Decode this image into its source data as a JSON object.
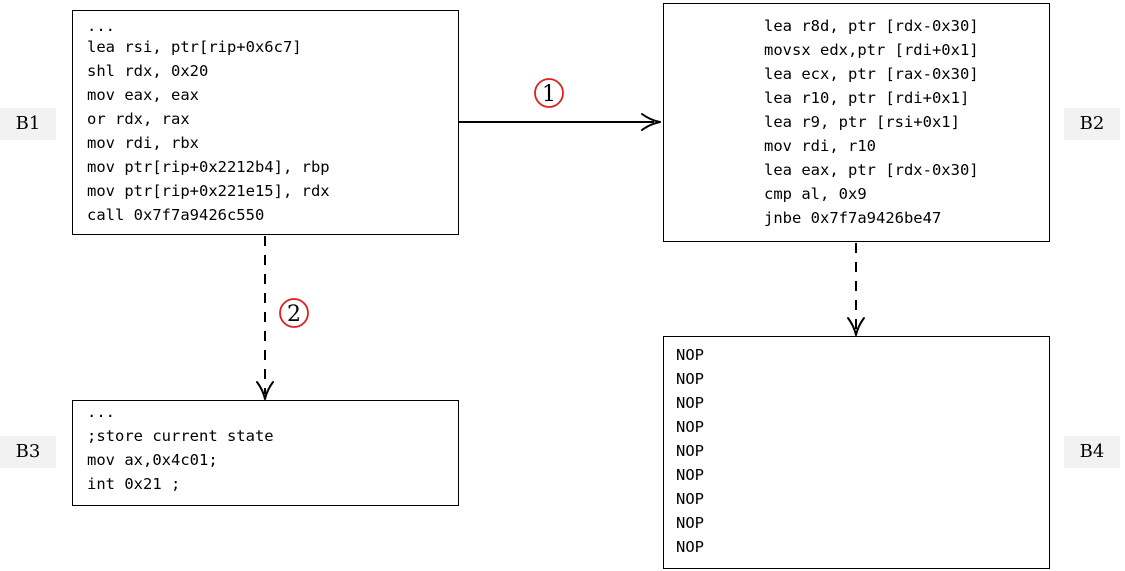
{
  "blocks": {
    "b1": {
      "label": "B1",
      "lines": [
        "...",
        "lea rsi, ptr[rip+0x6c7]",
        "shl rdx, 0x20",
        "mov eax, eax",
        "or rdx, rax",
        "mov rdi, rbx",
        "mov ptr[rip+0x2212b4], rbp",
        "mov ptr[rip+0x221e15], rdx",
        "call 0x7f7a9426c550"
      ]
    },
    "b2": {
      "label": "B2",
      "lines": [
        "lea r8d, ptr [rdx-0x30]",
        "movsx edx,ptr [rdi+0x1]",
        "lea ecx, ptr [rax-0x30]",
        "lea r10, ptr [rdi+0x1]",
        "lea r9, ptr [rsi+0x1]",
        "mov rdi, r10",
        "lea eax, ptr [rdx-0x30]",
        "cmp al, 0x9",
        "jnbe 0x7f7a9426be47"
      ]
    },
    "b3": {
      "label": "B3",
      "lines": [
        "...",
        ";store current state",
        "mov ax,0x4c01;",
        "int 0x21 ;"
      ]
    },
    "b4": {
      "label": "B4",
      "lines": [
        "NOP",
        "NOP",
        "NOP",
        "NOP",
        "NOP",
        "NOP",
        "NOP",
        "NOP",
        "NOP"
      ]
    }
  },
  "edges": {
    "e1": {
      "marker": "1",
      "style": "solid"
    },
    "e2": {
      "marker": "2",
      "style": "dashed"
    },
    "e3": {
      "style": "dashed"
    }
  },
  "colors": {
    "marker": "#e02020",
    "line": "#000000",
    "label_bg": "#f2f2f2"
  }
}
